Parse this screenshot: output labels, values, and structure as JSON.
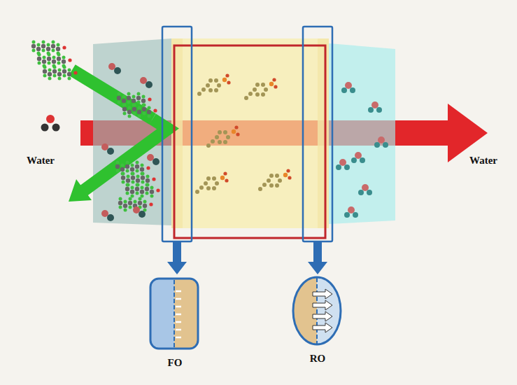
{
  "diagram": {
    "nodes": [
      {
        "text": [
          "FO"
        ]
      },
      {
        "text": [
          "RO"
        ]
      }
    ],
    "labels": [
      "Water",
      "Water"
    ]
  }
}
